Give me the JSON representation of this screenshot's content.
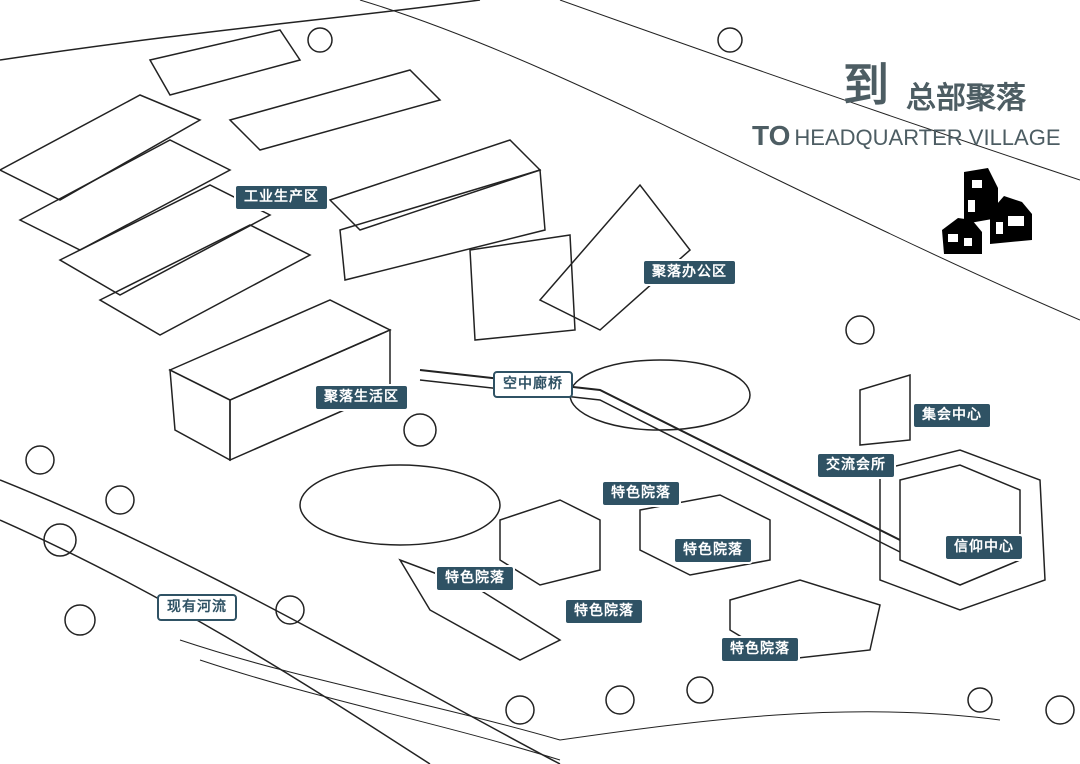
{
  "title": {
    "cn_big": "到",
    "cn": "总部聚落",
    "en_bold": "TO",
    "en": "HEADQUARTER VILLAGE"
  },
  "logo": "village-houses-icon",
  "colors": {
    "label_dark": "#2f5264",
    "title": "#4d5d63"
  },
  "labels": [
    {
      "text": "工业生产区",
      "style": "dark"
    },
    {
      "text": "聚落办公区",
      "style": "dark"
    },
    {
      "text": "空中廊桥",
      "style": "light"
    },
    {
      "text": "聚落生活区",
      "style": "dark"
    },
    {
      "text": "集会中心",
      "style": "dark"
    },
    {
      "text": "交流会所",
      "style": "dark"
    },
    {
      "text": "特色院落",
      "style": "dark"
    },
    {
      "text": "特色院落",
      "style": "dark"
    },
    {
      "text": "信仰中心",
      "style": "dark"
    },
    {
      "text": "特色院落",
      "style": "dark"
    },
    {
      "text": "特色院落",
      "style": "dark"
    },
    {
      "text": "现有河流",
      "style": "light"
    },
    {
      "text": "特色院落",
      "style": "dark"
    }
  ]
}
